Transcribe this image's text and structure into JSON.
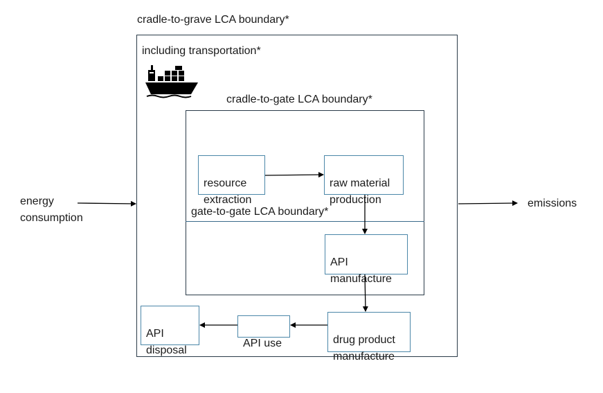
{
  "diagram": {
    "boundaries": {
      "cradle_to_grave": "cradle-to-grave LCA boundary*",
      "transportation": "including transportation*",
      "cradle_to_gate": "cradle-to-gate LCA boundary*",
      "gate_to_gate": "gate-to-gate LCA boundary*"
    },
    "inputs": {
      "energy": "energy\nconsumption"
    },
    "outputs": {
      "emissions": "emissions"
    },
    "steps": {
      "resource_extraction": "resource\nextraction",
      "raw_material_production": "raw material\nproduction",
      "api_manufacture": "API\nmanufacture",
      "drug_product_manufacture": "drug product\nmanufacture",
      "api_use": "API use",
      "api_disposal": "API\ndisposal"
    },
    "icons": {
      "transport": "cargo-ship-icon"
    },
    "colors": {
      "frame": "#2a3a48",
      "box_border": "#4a86a8",
      "arrow": "#000000"
    }
  }
}
